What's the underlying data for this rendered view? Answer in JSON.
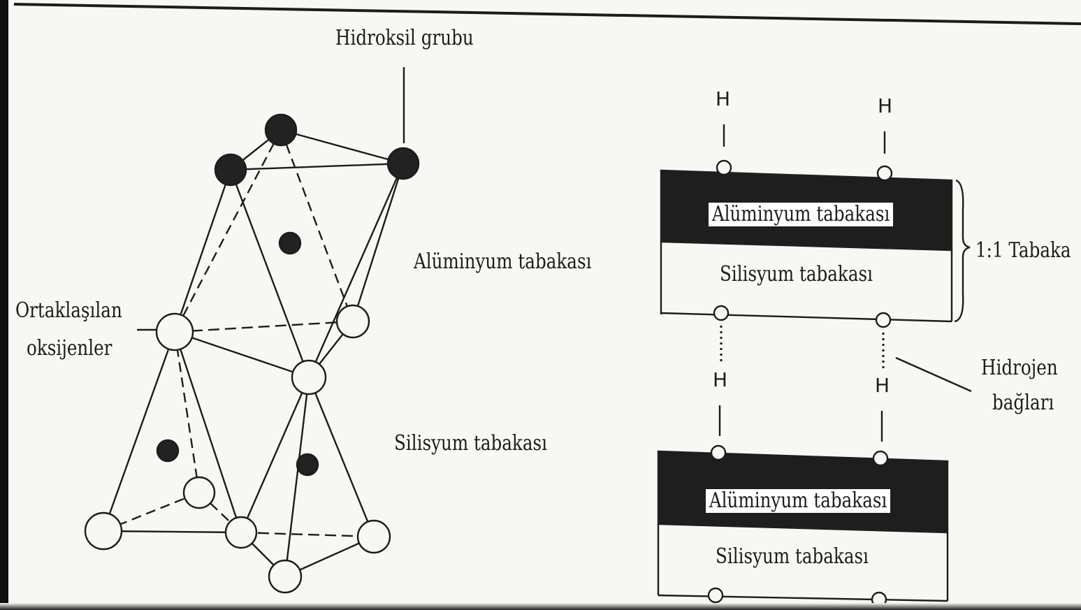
{
  "left_diagram": {
    "hydroxyl_label": "Hidroksil grubu",
    "shared_oxygen_label_line1": "Ortaklaşılan",
    "shared_oxygen_label_line2": "oksijenler",
    "aluminum_layer_label": "Alüminyum tabakası",
    "silicon_layer_label": "Silisyum  tabakası"
  },
  "right_diagram": {
    "h_symbol": "H",
    "top_block": {
      "aluminum_label": "Alüminyum tabakası",
      "silicon_label": "Silisyum  tabakası"
    },
    "bottom_block": {
      "aluminum_label": "Alüminyum tabakası",
      "silicon_label": "Silisyum  tabakası"
    },
    "layer_type_label": "1:1 Tabaka",
    "hydrogen_bonds_label_line1": "Hidrojen",
    "hydrogen_bonds_label_line2": "bağları"
  },
  "colors": {
    "ink": "#1c1c1c",
    "paper": "#f7f7f4",
    "dark_band": "#1e1e1e"
  }
}
